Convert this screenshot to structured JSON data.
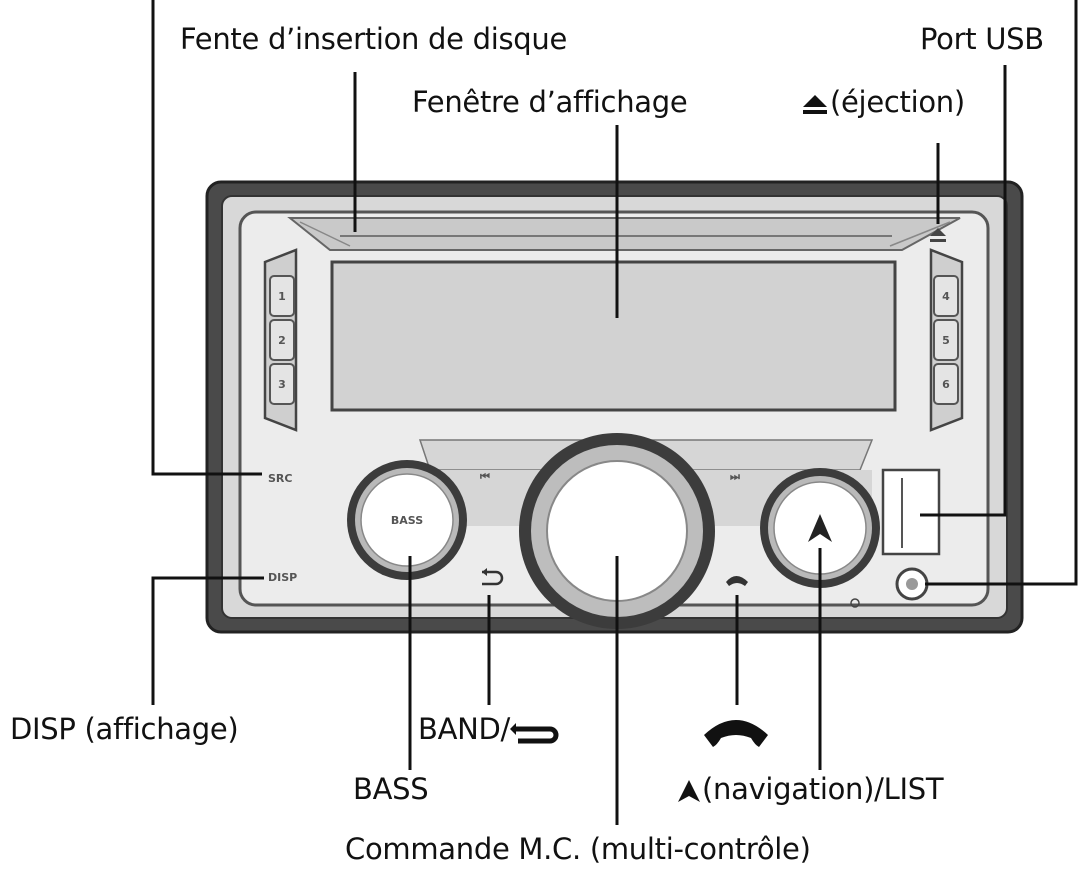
{
  "callouts": {
    "disc_slot": "Fente d’insertion de disque",
    "display_window": "Fenêtre d’affichage",
    "usb_port": "Port USB",
    "eject": "(éjection)",
    "disp": "DISP (affichage)",
    "band_back": "BAND/",
    "bass": "BASS",
    "navigation_list": "(navigation)/LIST",
    "mc_knob": "Commande M.C. (multi-contrôle)"
  },
  "panel_labels": {
    "src": "SRC",
    "disp": "DISP",
    "bass_knob": "BASS",
    "preset_left": [
      "1",
      "2",
      "3"
    ],
    "preset_right": [
      "4",
      "5",
      "6"
    ],
    "prev_track": "⏮",
    "next_track": "⏭",
    "back_symbol": "⮌"
  },
  "colors": {
    "bezel_outer": "#4a4a4a",
    "bezel_inner": "#d4d4d4",
    "faceplate": "#ececec",
    "display": "#d2d2d2",
    "ring_dark": "#3c3c3c",
    "line": "#111111"
  },
  "icons": [
    "eject-icon",
    "back-icon",
    "phone-icon",
    "navigation-up-icon",
    "aux-jack-icon"
  ]
}
